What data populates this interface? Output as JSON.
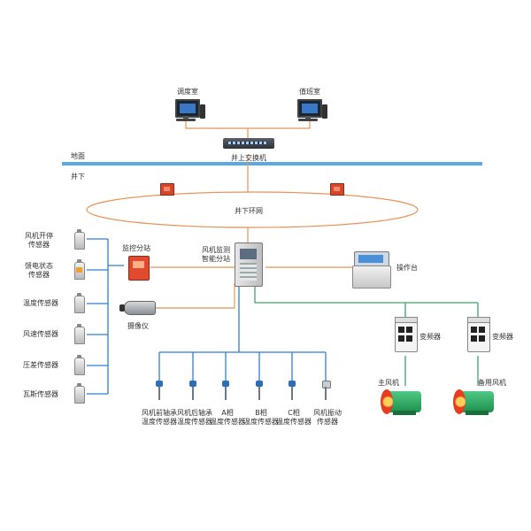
{
  "nodes": {
    "dispatch_room": "调度室",
    "duty_room": "值班室",
    "surface_switch": "井上交换机",
    "ground": "地面",
    "underground": "井下",
    "ring_network": "井下环网",
    "sensors": {
      "fan_switch": "风机开停\n传感器",
      "power_status": "馈电状态\n传感器",
      "temperature": "温度传感器",
      "wind_speed": "风速传感器",
      "pressure_diff": "压差传感器",
      "methane": "瓦斯传感器"
    },
    "monitor_substation": "监控分站",
    "camera": "摄像仪",
    "fan_monitor_substation": "风机监测\n智能分站",
    "console": "操作台",
    "vfd_1": "变频器",
    "vfd_2": "变频器",
    "main_fan": "主风机",
    "backup_fan": "备用风机",
    "bottom_sensors": {
      "bearing_temp_front": "风机前轴承\n温度传感器",
      "bearing_temp_rear": "风机后轴承\n温度传感器",
      "phase_a_temp": "A相\n温度传感器",
      "phase_b_temp": "B相\n温度传感器",
      "phase_c_temp": "C相\n温度传感器",
      "fan_vibration": "风机振动\n传感器"
    }
  },
  "colors": {
    "surface_line": "#5aa9e6",
    "link_orange": "#e8955a",
    "ring": "#e8955a",
    "bus_blue": "#2d7fd3",
    "bus_green": "#3aa86b"
  }
}
